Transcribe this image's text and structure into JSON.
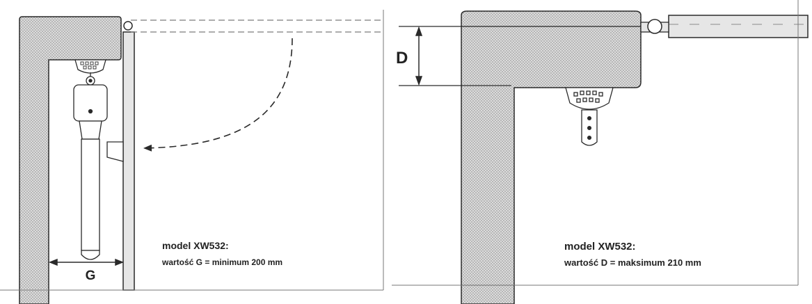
{
  "diagrams": {
    "left": {
      "dimension_letter": "G",
      "model_label": "model XW532:",
      "value_label": "wartość G = minimum 200 mm"
    },
    "right": {
      "dimension_letter": "D",
      "model_label": "model XW532:",
      "value_label": "wartość D = maksimum 210 mm"
    }
  },
  "colors": {
    "line": "#2a2a2a",
    "hatch_fill": "#d9d9d9",
    "gate_bar": "#e6e6e6",
    "dashed": "#7a7a7a"
  }
}
